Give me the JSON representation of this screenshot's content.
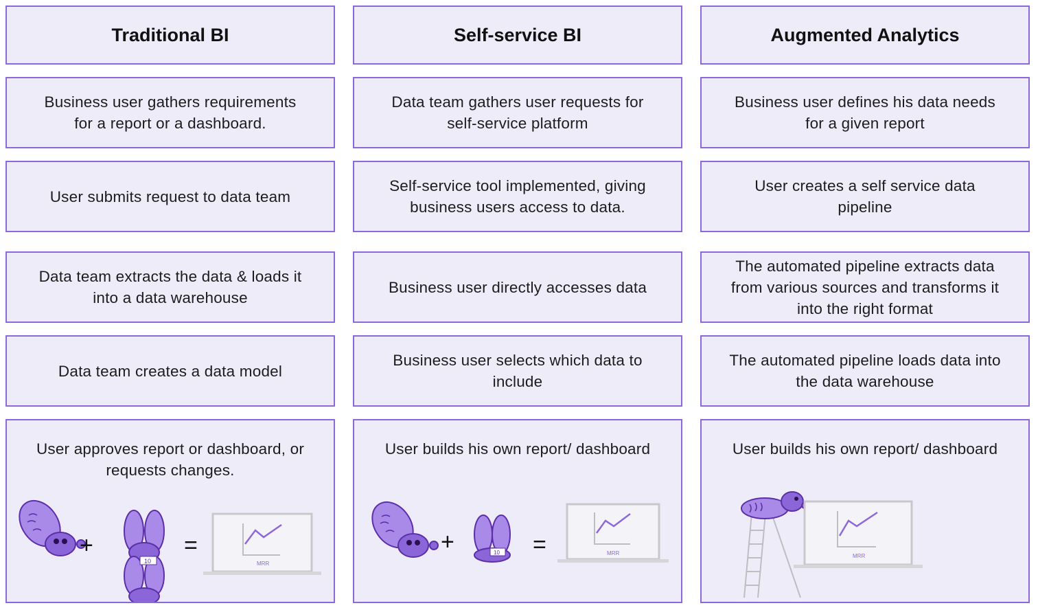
{
  "columns": [
    {
      "title": "Traditional BI",
      "steps": [
        "Business user gathers requirements for a report or a dashboard.",
        "User submits request to data team",
        "Data team extracts the data & loads it into a data warehouse",
        "Data team creates a data model",
        "User approves report or dashboard, or requests changes."
      ]
    },
    {
      "title": "Self-service BI",
      "steps": [
        "Data team gathers user requests for self-service platform",
        "Self-service tool implemented, giving business users access to data.",
        "Business user directly accesses data",
        "Business user selects which data to include",
        "User builds his own report/ dashboard"
      ]
    },
    {
      "title": "Augmented Analytics",
      "steps": [
        "Business user defines his data needs for a given report",
        "User creates a self service data pipeline",
        "The automated pipeline extracts data from various sources and transforms it into the right format",
        "The automated pipeline loads data into the data warehouse",
        "User builds his own report/ dashboard"
      ]
    }
  ],
  "illustration": {
    "plus": "+",
    "equals": "=",
    "screen_label": "MRR",
    "badge_number": "10"
  },
  "colors": {
    "box_fill": "#efecfa",
    "box_border": "#8d68dd",
    "mascot": "#a98ae8",
    "mascot_dark": "#5b2fa8",
    "chart_line": "#8d68dd"
  }
}
